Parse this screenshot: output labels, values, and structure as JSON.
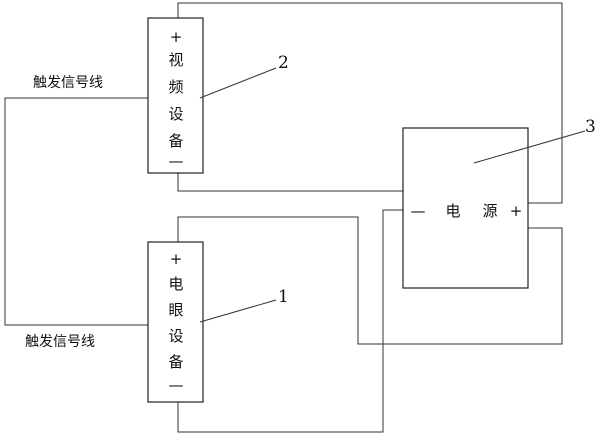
{
  "video_device": {
    "plus": "+",
    "chars": [
      "视",
      "频",
      "设",
      "备"
    ],
    "minus": "—",
    "number": "2"
  },
  "eye_device": {
    "plus": "+",
    "chars": [
      "电",
      "眼",
      "设",
      "备"
    ],
    "minus": "—",
    "number": "1"
  },
  "power_supply": {
    "minus": "—",
    "chars": [
      "电",
      "源"
    ],
    "plus": "+",
    "number": "3"
  },
  "signal_labels": [
    "触发信号线",
    "触发信号线"
  ],
  "colors": {
    "line": "#333333",
    "text": "#111111",
    "background": "#ffffff"
  }
}
